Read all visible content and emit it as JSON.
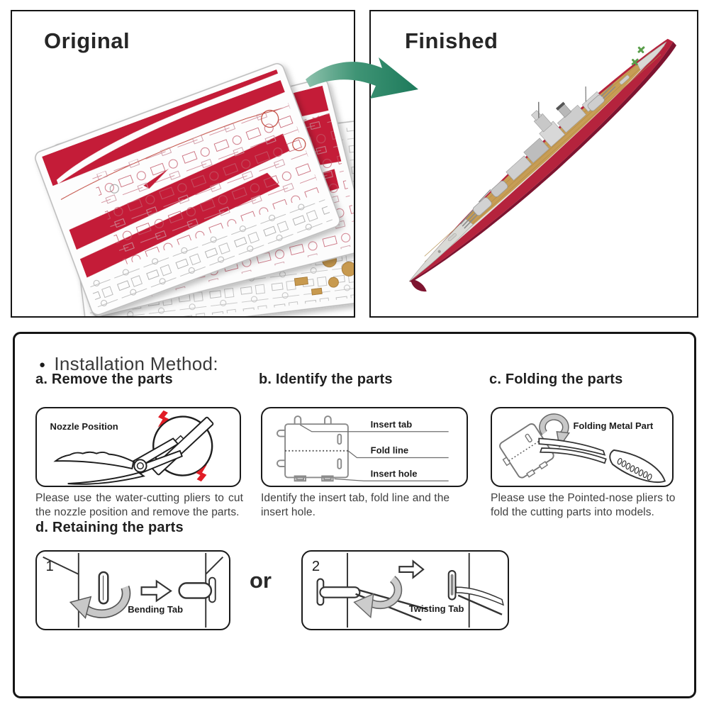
{
  "panels": {
    "original": {
      "title": "Original"
    },
    "finished": {
      "title": "Finished"
    }
  },
  "installation": {
    "bullet": "●",
    "header": "Installation Method:",
    "steps": [
      {
        "letter": "a",
        "heading": "a. Remove the parts",
        "diagram_label": "Nozzle Position",
        "caption": "Please use the water-cutting pliers to cut the nozzle position and remove the parts."
      },
      {
        "letter": "b",
        "heading": "b. Identify the parts",
        "labels": {
          "tab": "Insert tab",
          "fold": "Fold line",
          "hole": "Insert hole"
        },
        "caption": "Identify the insert tab, fold line and the insert hole."
      },
      {
        "letter": "c",
        "heading": "c. Folding the parts",
        "diagram_label": "Folding Metal Part",
        "caption": "Please use the Pointed-nose pliers to fold the cutting parts into models."
      },
      {
        "letter": "d",
        "heading": "d. Retaining the parts",
        "connector": "or",
        "options": [
          {
            "number": "1",
            "label": "Bending Tab"
          },
          {
            "number": "2",
            "label": "Twisting Tab"
          }
        ]
      }
    ]
  },
  "colors": {
    "accent_red": "#c41f37",
    "hull_red": "#b5233d",
    "hull_maroon": "#7e1430",
    "deck_tan": "#c79d55",
    "sheet_gold": "#c89a50",
    "arrow_green": "#2e8b6e",
    "diagram_gray": "#c8c8c8",
    "border_black": "#1a1a1a"
  }
}
